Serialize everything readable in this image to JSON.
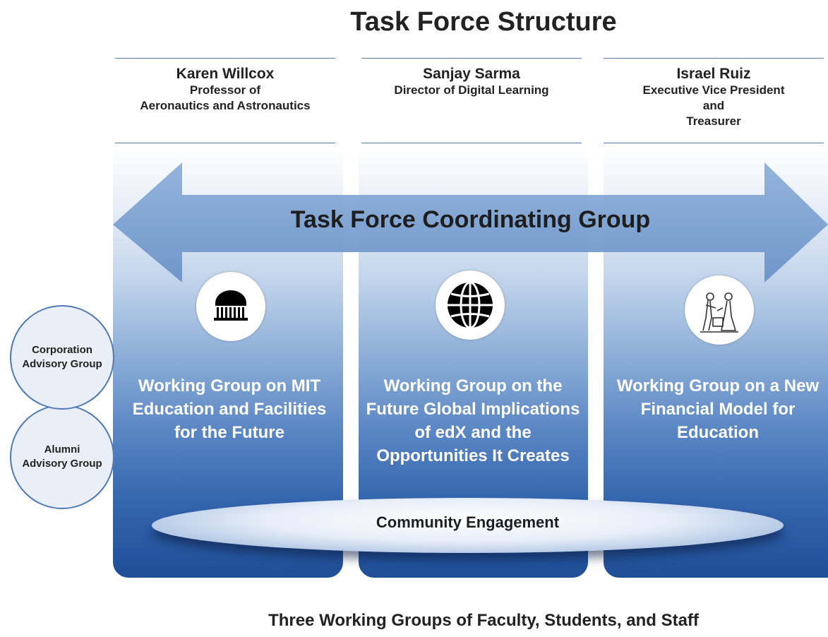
{
  "title": "Task Force Structure",
  "leaders": [
    {
      "name": "Karen Willcox",
      "role": "Professor of\nAeronautics and Astronautics"
    },
    {
      "name": "Sanjay Sarma",
      "role": "Director of Digital Learning"
    },
    {
      "name": "Israel Ruiz",
      "role": "Executive Vice President\nand\nTreasurer"
    }
  ],
  "coordinating_group": "Task Force Coordinating Group",
  "working_groups": [
    {
      "title": "Working Group on MIT Education and Facilities for the Future",
      "icon": "dome-icon"
    },
    {
      "title": "Working Group on the Future Global Implications of edX and the Opportunities It Creates",
      "icon": "globe-icon"
    },
    {
      "title": "Working Group on a New Financial Model for Education",
      "icon": "seal-icon"
    }
  ],
  "advisory_groups": [
    {
      "label": "Corporation\nAdvisory Group"
    },
    {
      "label": "Alumni\nAdvisory Group"
    }
  ],
  "community_engagement": "Community Engagement",
  "footer": "Three Working Groups of Faculty, Students, and Staff",
  "colors": {
    "accent_blue": "#1f4e97",
    "arrow_blue": "#7ea2d0",
    "rule_blue": "#5a7db5"
  }
}
